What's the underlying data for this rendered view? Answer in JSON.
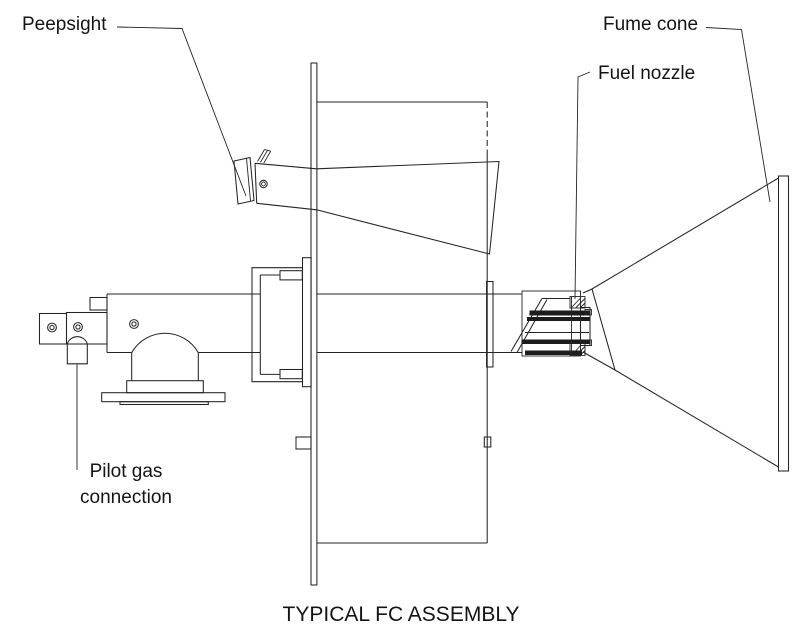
{
  "diagram": {
    "title": "TYPICAL FC ASSEMBLY",
    "callouts": {
      "peepsight": "Peepsight",
      "fume_cone": "Fume cone",
      "fuel_nozzle": "Fuel nozzle",
      "pilot_gas": {
        "line1": "Pilot gas",
        "line2": "connection"
      }
    },
    "colors": {
      "line": "#242424",
      "background": "#ffffff"
    }
  }
}
